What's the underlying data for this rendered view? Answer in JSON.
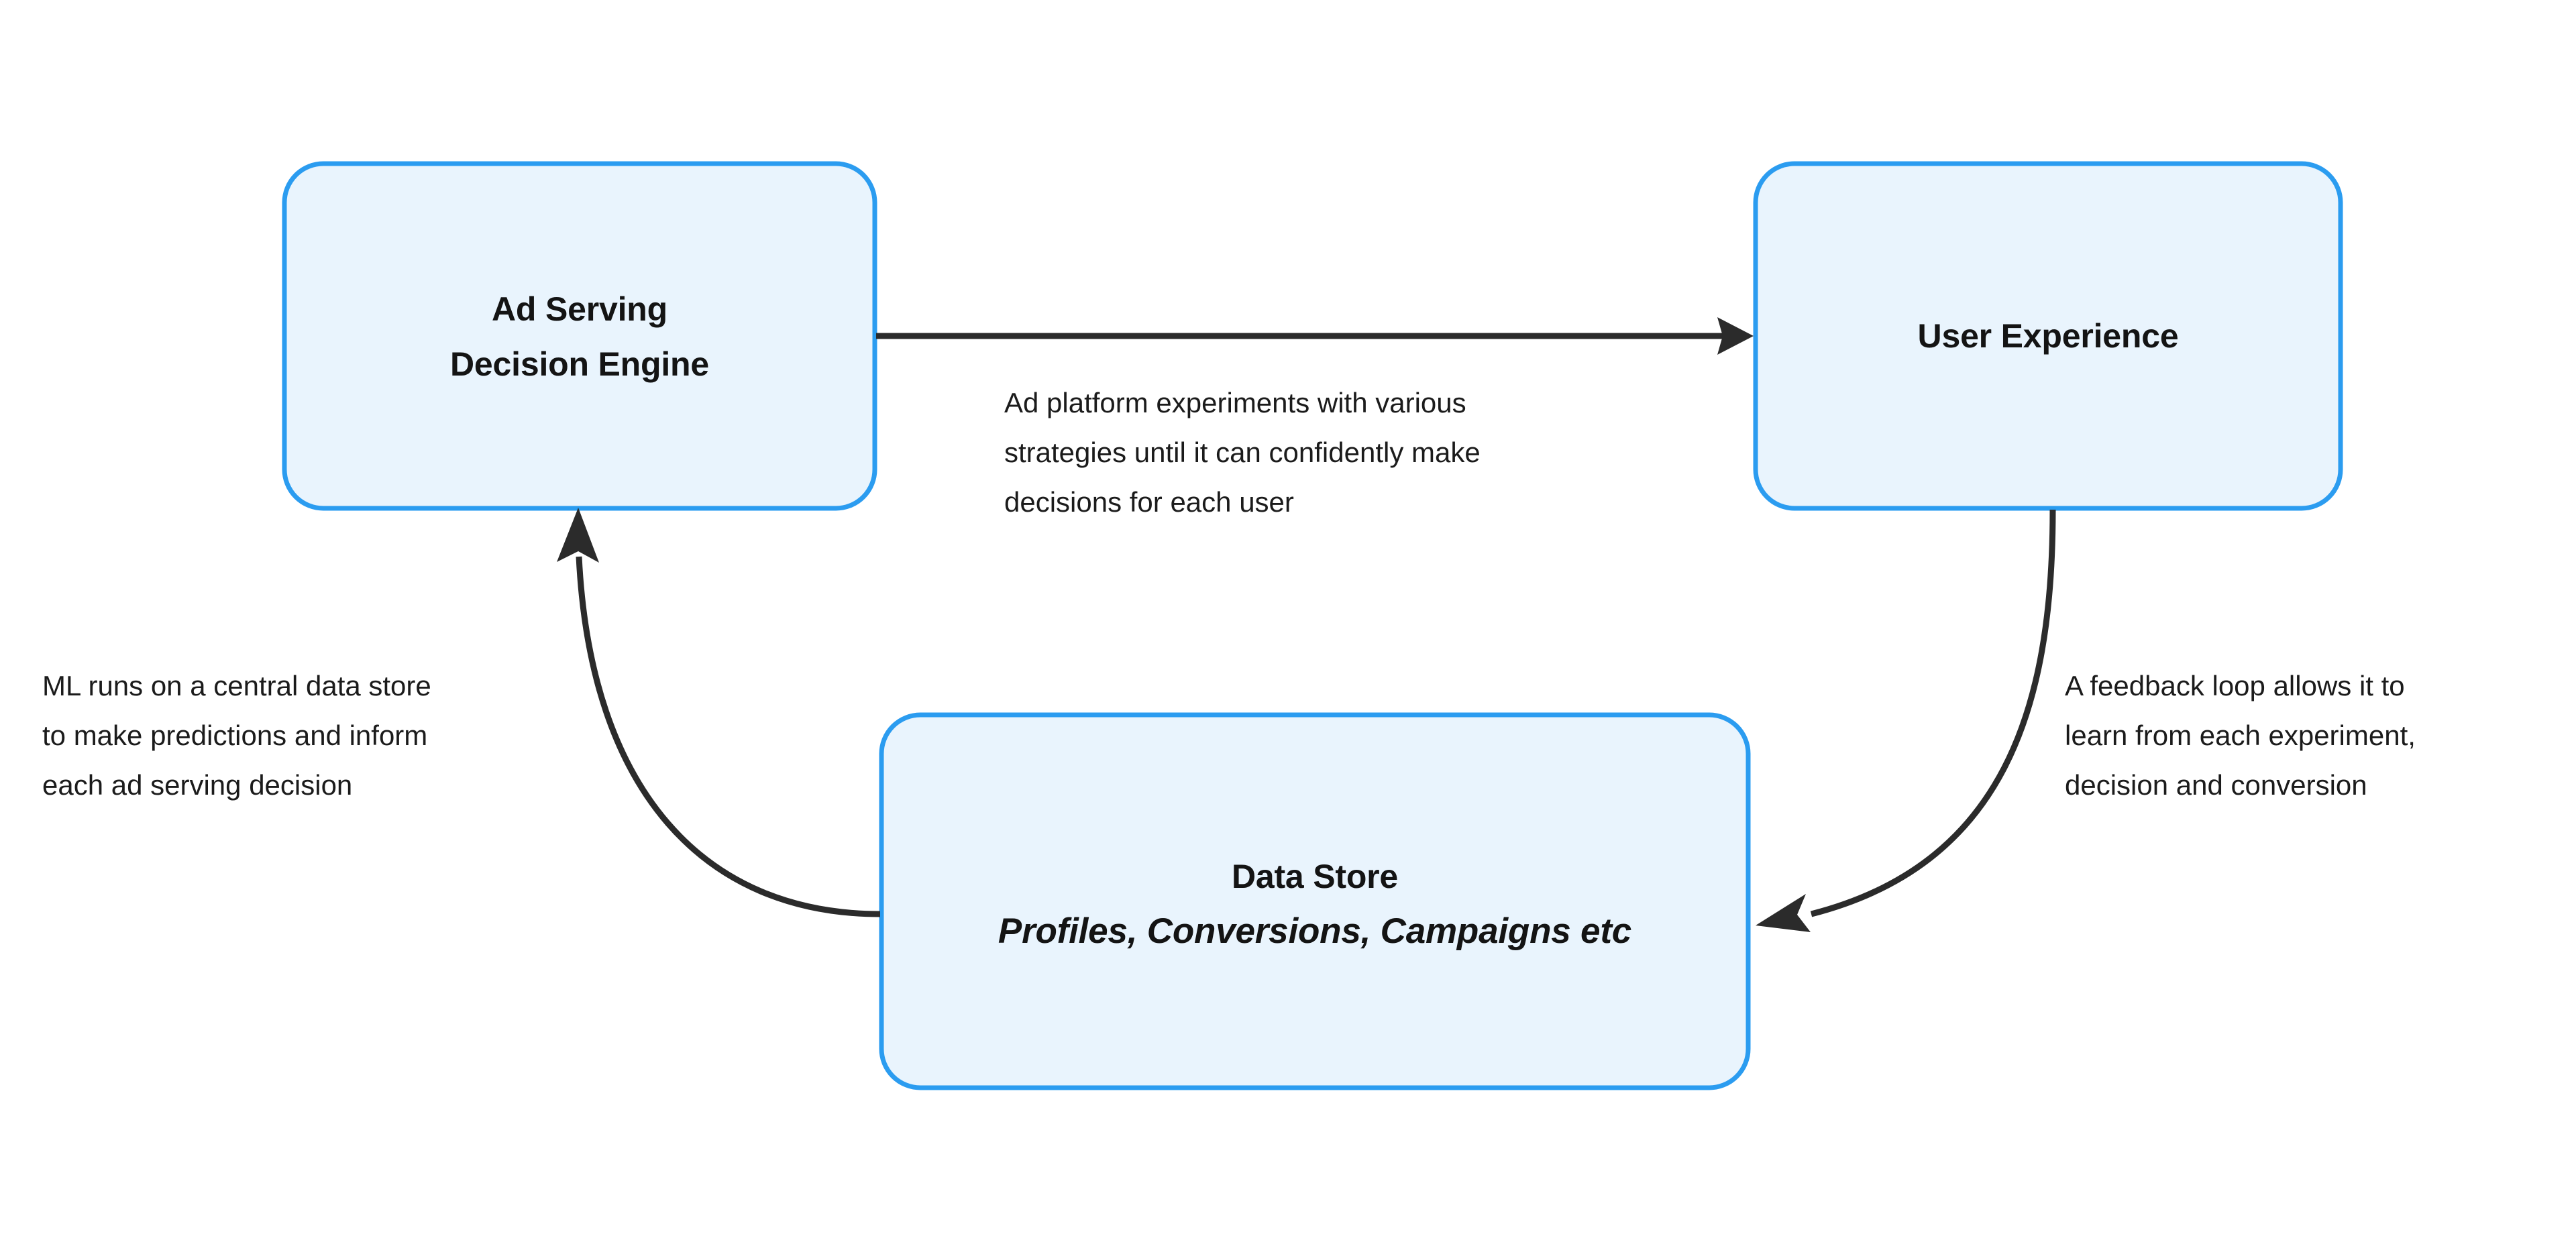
{
  "diagram": {
    "background_color": "#ffffff",
    "node_fill_color": "#e9f4fd",
    "node_border_color": "#2b9cf0",
    "edge_color": "#2b2b2b",
    "text_color": "#141414",
    "nodes": [
      {
        "id": "ad-serving-decision-engine",
        "title_line_1": "Ad Serving",
        "title_line_2": "Decision Engine"
      },
      {
        "id": "user-experience",
        "title_line_1": "User Experience"
      },
      {
        "id": "data-store",
        "title_line_1": "Data Store",
        "title_line_2": "Profiles, Conversions, Campaigns etc"
      }
    ],
    "edges": [
      {
        "id": "engine-to-experience",
        "from": "ad-serving-decision-engine",
        "to": "user-experience",
        "label": "Ad platform experiments with various\nstrategies until it can confidently make\ndecisions for each user"
      },
      {
        "id": "experience-to-datastore",
        "from": "user-experience",
        "to": "data-store",
        "label": "A feedback loop allows it to\nlearn from each experiment,\ndecision and conversion"
      },
      {
        "id": "datastore-to-engine",
        "from": "data-store",
        "to": "ad-serving-decision-engine",
        "label": "ML runs on a central data store\nto make predictions and inform\neach ad serving decision"
      }
    ]
  }
}
